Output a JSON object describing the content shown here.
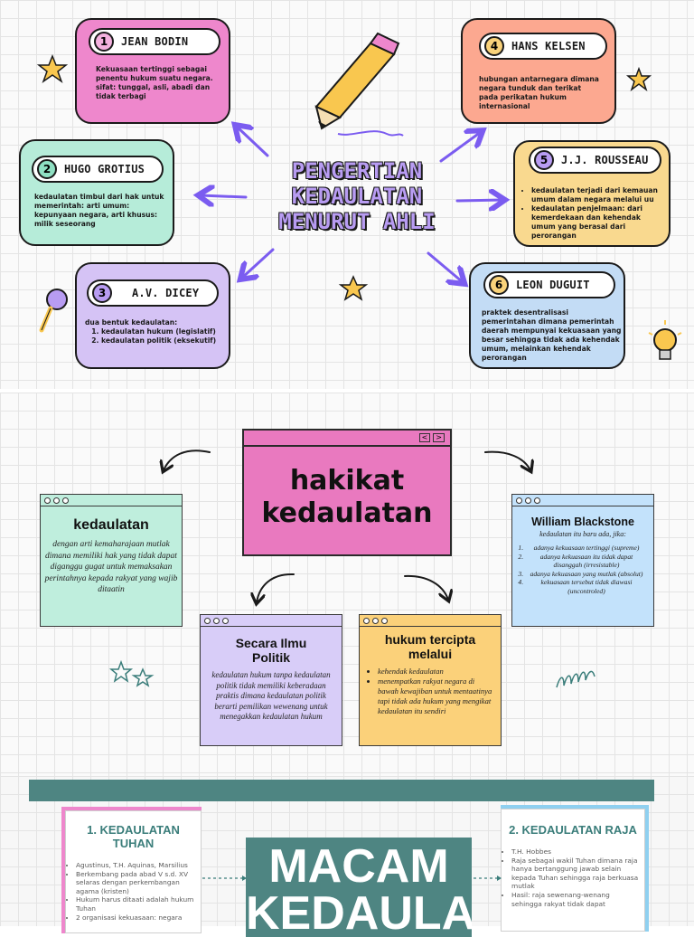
{
  "section1": {
    "title_lines": [
      "PENGERTIAN",
      "KEDAULATAN",
      "MENURUT AHLI"
    ],
    "experts": [
      {
        "number": "1",
        "name": "JEAN BODIN",
        "text": "Kekuasaan tertinggi sebagai penentu hukum suatu negara. sifat: tunggal, asli, abadi dan tidak terbagi",
        "color": "#ee87cc",
        "num_color": "#f4b1df"
      },
      {
        "number": "2",
        "name": "HUGO GROTIUS",
        "text": "kedaulatan timbul dari hak untuk memerintah: arti umum: kepunyaan negara, arti khusus: milik seseorang",
        "color": "#b6ecd9",
        "num_color": "#8fe0c3"
      },
      {
        "number": "3",
        "name": "A.V. DICEY",
        "text": "dua bentuk kedaulatan:",
        "list": [
          "kedaulatan hukum (legislatif)",
          "kedaulatan politik (eksekutif)"
        ],
        "color": "#d5c3f5",
        "num_color": "#b89cf2"
      },
      {
        "number": "4",
        "name": "HANS KELSEN",
        "text": "hubungan antarnegara dimana negara tunduk dan terikat pada perikatan hukum internasional",
        "color": "#fca890",
        "num_color": "#f9d27a"
      },
      {
        "number": "5",
        "name": "J.J. ROUSSEAU",
        "list": [
          "kedaulatan terjadi dari kemauan umum dalam negara melalui uu",
          "kedaulatan penjelmaan: dari kemerdekaan dan kehendak umum yang berasal dari perorangan"
        ],
        "color": "#f9d98f",
        "num_color": "#b89cf2"
      },
      {
        "number": "6",
        "name": "LEON DUGUIT",
        "text": "praktek desentralisasi pemerintahan dimana pemerintah daerah mempunyai kekuasaan yang besar sehingga tidak ada kehendak umum, melainkan kehendak perorangan",
        "color": "#c3dcf5",
        "num_color": "#f9d27a"
      }
    ]
  },
  "section2": {
    "center_title": "hakikat kedaulatan",
    "kedaulatan": {
      "title": "kedaulatan",
      "text": "dengan arti kemaharajaan mutlak dimana memiliki hak yang tidak dapat diganggu gugat untuk memaksakan perintahnya kepada rakyat yang wajib ditaatin"
    },
    "blackstone": {
      "title": "William Blackstone",
      "intro": "kedaulatan itu baru ada, jika:",
      "items": [
        "adanya kekuasaan tertinggi (supreme)",
        "adanya kekuasaan itu tidak dapat disanggah (irresistable)",
        "adanya kekuasaan yang mutlak (absolut)",
        "kekuasaan tersebut tidak diawasi (uncontroled)"
      ]
    },
    "politik": {
      "title": "Secara Ilmu Politik",
      "text": "kedaulatan hukum tanpa kedaulatan politik tidak memiliki keberadaan praktis dimana kedaulatan politik berarti pemilikan wewenang untuk menegakkan kedaulatan hukum"
    },
    "hukum": {
      "title": "hukum tercipta melalui",
      "items": [
        "kehendak kedaulatan",
        "menempatkan rakyat negara di bawah kewajiban untuk mentaatinya tapi tidak ada hukum yang mengikat kedaulatan itu sendiri"
      ]
    }
  },
  "section3": {
    "center_title": "MACAM KEDAULATAN",
    "left": {
      "title": "1. KEDAULATAN TUHAN",
      "items": [
        "Agustinus, T.H. Aquinas, Marsilius",
        "Berkembang pada abad V s.d. XV selaras dengan perkembangan agama (kristen)",
        "Hukum harus ditaati adalah hukum Tuhan",
        "2 organisasi kekuasaan: negara"
      ]
    },
    "right": {
      "title": "2. KEDAULATAN RAJA",
      "items": [
        "T.H. Hobbes",
        "Raja sebagai wakil Tuhan dimana raja hanya bertanggung jawab selain kepada Tuhan sehingga raja berkuasa mutlak",
        "Hasil: raja sewenang-wenang sehingga rakyat tidak dapat"
      ]
    }
  }
}
